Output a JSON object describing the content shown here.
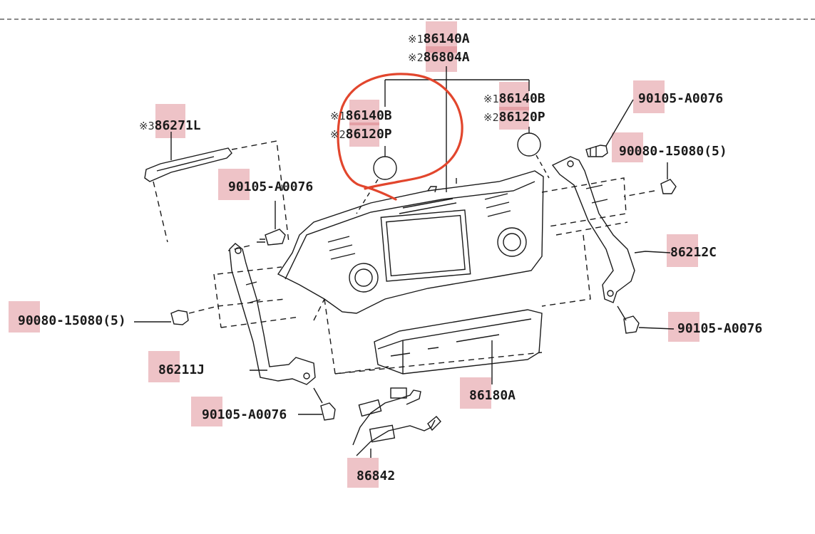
{
  "colors": {
    "highlight": "#d6707a",
    "annotation": "#e2462d",
    "line": "#1a1a1a"
  },
  "labels": {
    "top_a1": {
      "prefix": "※1",
      "code": "86140A"
    },
    "top_a2": {
      "prefix": "※2",
      "code": "86804A"
    },
    "left_b1": {
      "prefix": "※1",
      "code": "86140B"
    },
    "left_b2": {
      "prefix": "※2",
      "code": "86120P"
    },
    "right_b1": {
      "prefix": "※1",
      "code": "86140B"
    },
    "right_b2": {
      "prefix": "※2",
      "code": "86120P"
    },
    "trim_strip": {
      "prefix": "※3",
      "code": "86271L"
    },
    "bolt_top_right": {
      "prefix": "",
      "code": "90105-A0076"
    },
    "screw_top_right": {
      "prefix": "",
      "code": "90080-15080(5)"
    },
    "bolt_mid_left": {
      "prefix": "",
      "code": "90105-A0076"
    },
    "bracket_right": {
      "prefix": "",
      "code": "86212C"
    },
    "screw_left": {
      "prefix": "",
      "code": "90080-15080(5)"
    },
    "bolt_bottom_right": {
      "prefix": "",
      "code": "90105-A0076"
    },
    "bracket_left": {
      "prefix": "",
      "code": "86211J"
    },
    "receiver": {
      "prefix": "",
      "code": "86180A"
    },
    "bolt_bottom_left": {
      "prefix": "",
      "code": "90105-A0076"
    },
    "harness": {
      "prefix": "",
      "code": "86842"
    }
  }
}
